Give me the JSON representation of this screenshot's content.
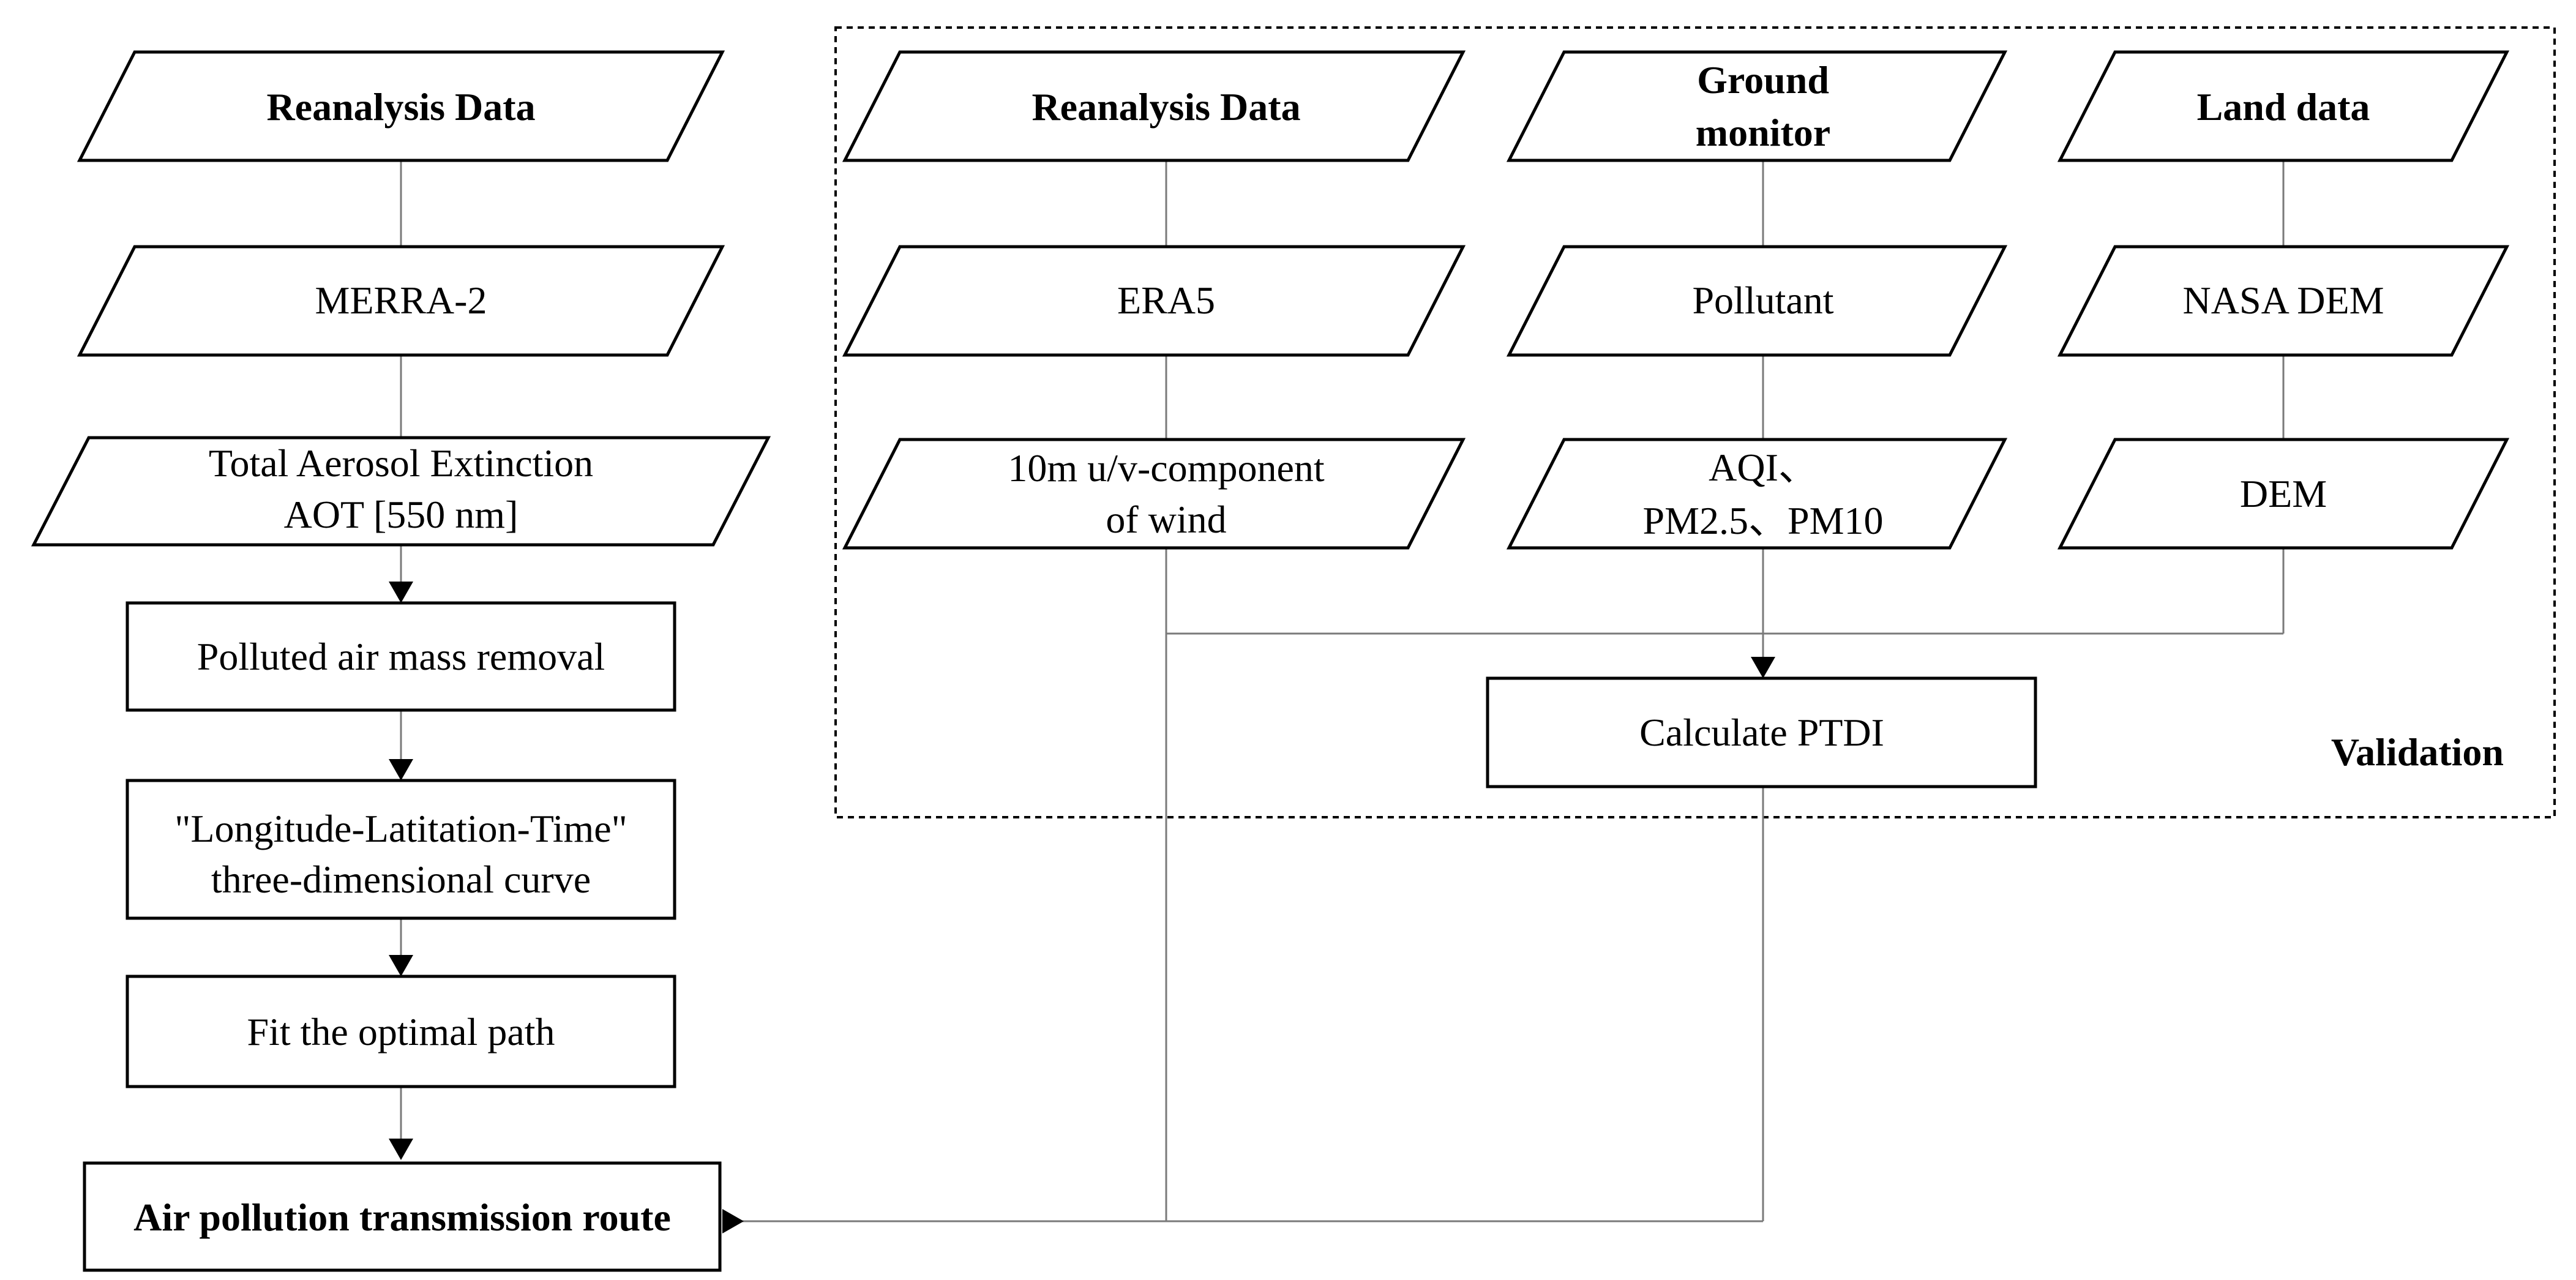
{
  "left_column": {
    "reanalysis": "Reanalysis Data",
    "merra": "MERRA-2",
    "aot_line1": "Total Aerosol Extinction",
    "aot_line2": "AOT [550 nm]",
    "removal": "Polluted air mass removal",
    "curve_line1": "\"Longitude-Latitation-Time\"",
    "curve_line2": "three-dimensional curve",
    "fit": "Fit the optimal path",
    "route": "Air pollution transmission route"
  },
  "validation": {
    "label": "Validation",
    "col1": {
      "header": "Reanalysis Data",
      "source": "ERA5",
      "variable_line1": "10m u/v-component",
      "variable_line2": "of wind"
    },
    "col2": {
      "header_line1": "Ground",
      "header_line2": "monitor",
      "source": "Pollutant",
      "variable_line1": "AQI、",
      "variable_line2": "PM2.5、PM10"
    },
    "col3": {
      "header": "Land data",
      "source": "NASA DEM",
      "variable": "DEM"
    },
    "calc": "Calculate PTDI"
  }
}
